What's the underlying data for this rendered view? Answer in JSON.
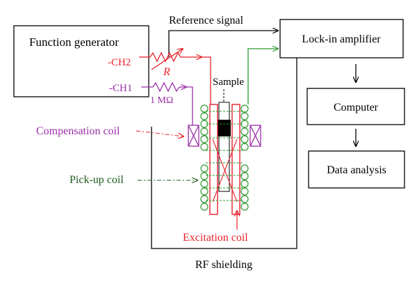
{
  "labels": {
    "function_generator": "Function generator",
    "ch2": "-CH2",
    "ch1": "-CH1",
    "resistor_r": "R",
    "resistor_1m": "1 MΩ",
    "reference_signal": "Reference signal",
    "lock_in_amplifier": "Lock-in amplifier",
    "computer": "Computer",
    "data_analysis": "Data analysis",
    "sample": "Sample",
    "compensation_coil": "Compensation coil",
    "pickup_coil": "Pick-up coil",
    "excitation_coil": "Excitation coil",
    "rf_shielding": "RF shielding"
  },
  "colors": {
    "black": "#000000",
    "red": "#e8202a",
    "green": "#2e9a2e",
    "dark_green": "#1f5a1f",
    "purple": "#9a2ea8"
  }
}
